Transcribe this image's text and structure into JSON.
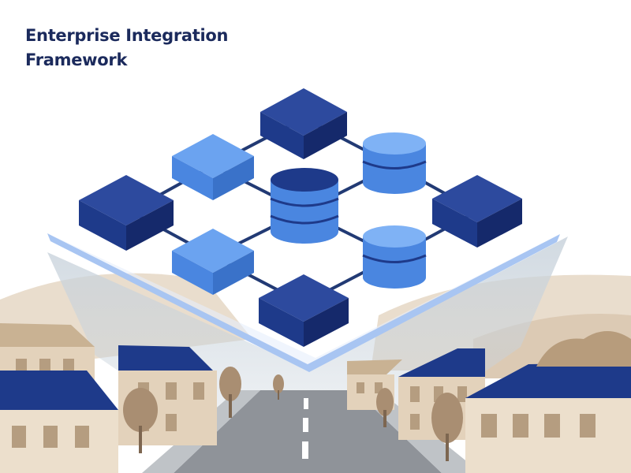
{
  "page": {
    "title_line1": "Enterprise Integration",
    "title_line2": "Framework"
  },
  "palette": {
    "navy": "#1e3a8a",
    "mid_blue": "#4a86e0",
    "light_blue": "#dbe8fb",
    "tan": "#d9c6ad",
    "tan_dark": "#a98e72",
    "road": "#8f9399"
  },
  "illustration": {
    "nodes": [
      {
        "name": "server-cube",
        "shade": "navy"
      },
      {
        "name": "server-cube",
        "shade": "light"
      },
      {
        "name": "database-cylinder",
        "shade": "light"
      },
      {
        "name": "server-cube",
        "shade": "navy"
      },
      {
        "name": "database-cylinder",
        "shade": "navy"
      },
      {
        "name": "server-cube",
        "shade": "navy"
      },
      {
        "name": "server-cube",
        "shade": "light"
      },
      {
        "name": "database-cylinder",
        "shade": "light"
      },
      {
        "name": "server-cube",
        "shade": "navy"
      }
    ]
  }
}
